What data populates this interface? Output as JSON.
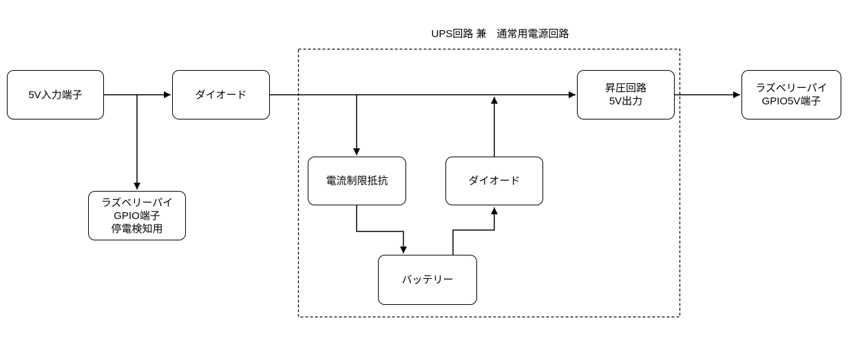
{
  "diagram": {
    "container": {
      "title": "UPS回路 兼　通常用電源回路"
    },
    "nodes": {
      "input_5v": {
        "lines": [
          "5V入力端子"
        ]
      },
      "diode_main": {
        "lines": [
          "ダイオード"
        ]
      },
      "gpio_detect": {
        "lines": [
          "ラズベリーパイ",
          "GPIO端子",
          "停電検知用"
        ]
      },
      "resistor": {
        "lines": [
          "電流制限抵抗"
        ]
      },
      "diode_ups": {
        "lines": [
          "ダイオード"
        ]
      },
      "battery": {
        "lines": [
          "バッテリー"
        ]
      },
      "boost": {
        "lines": [
          "昇圧回路",
          "5V出力"
        ]
      },
      "gpio_5v": {
        "lines": [
          "ラズベリーパイ",
          "GPIO5V端子"
        ]
      }
    },
    "colors": {
      "stroke": "#000000",
      "node_fill": "#ffffff",
      "background": "#ffffff",
      "text": "#000000"
    }
  }
}
